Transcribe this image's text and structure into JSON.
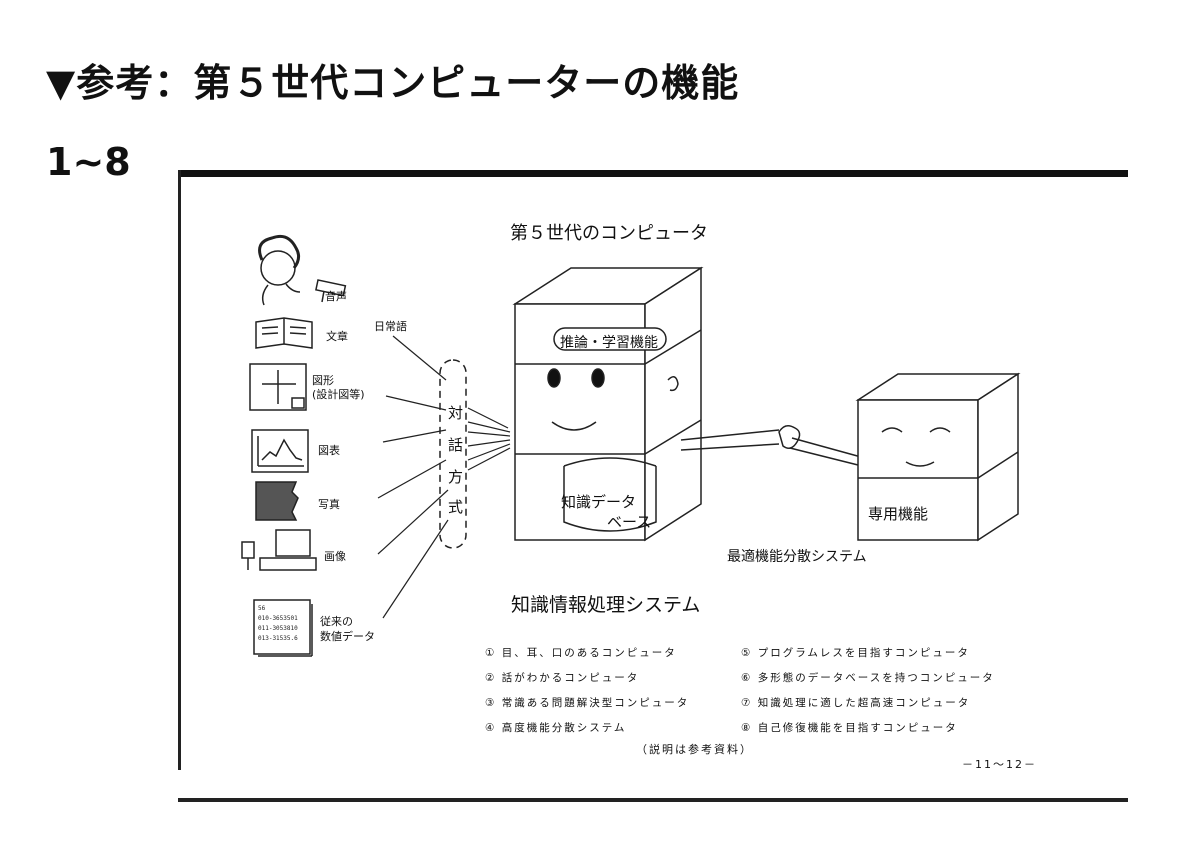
{
  "slide_title": "▼参考：第５世代コンピューターの機能",
  "page_label": "1~8",
  "figure": {
    "title": "第５世代のコンピュータ",
    "inputs": [
      {
        "label": "音声",
        "icon": "speaking-person-icon"
      },
      {
        "label": "文章",
        "icon": "open-book-icon"
      },
      {
        "label": "図形\n(設計図等)",
        "icon": "blueprint-icon"
      },
      {
        "label": "図表",
        "icon": "graph-chart-icon"
      },
      {
        "label": "写真",
        "icon": "photo-icon"
      },
      {
        "label": "画像",
        "icon": "computer-terminal-icon"
      },
      {
        "label": "従来の\n数値データ",
        "icon": "numeric-data-sheet-icon"
      }
    ],
    "natural_language_label": "日常語",
    "dialog_label": [
      "対",
      "話",
      "方",
      "式"
    ],
    "inference_label": "推論・学習機能",
    "knowledge_db_label": [
      "知識データ",
      "ベース"
    ],
    "dedicated_label": "専用機能",
    "optimal_label": "最適機能分散システム",
    "system_label": "知識情報処理システム",
    "list_left": [
      "① 目、耳、口のあるコンピュータ",
      "② 話がわかるコンピュータ",
      "③ 常識ある問題解決型コンピュータ",
      "④ 高度機能分散システム"
    ],
    "list_right": [
      "⑤ プログラムレスを目指すコンピュータ",
      "⑥ 多形態のデータベースを持つコンピュータ",
      "⑦ 知識処理に適した超高速コンピュータ",
      "⑧ 自己修復機能を目指すコンピュータ"
    ],
    "note": "（説明は参考資料）",
    "page_number": "－11～12－",
    "data_sheet_lines": [
      "56",
      "010-3653501",
      "011-3053810",
      "013-31535.6"
    ]
  }
}
